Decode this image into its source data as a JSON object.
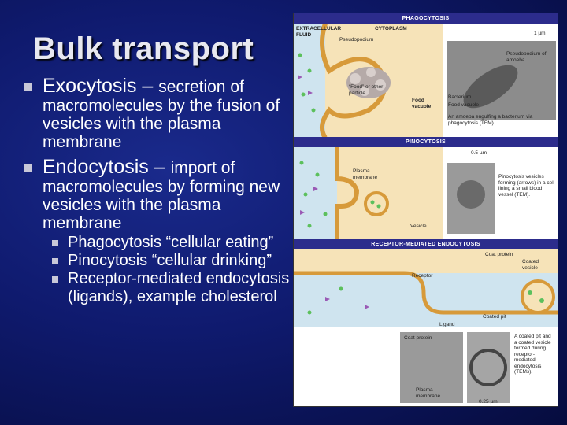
{
  "slide": {
    "title": "Bulk transport",
    "bullets": [
      {
        "lead": "Exocytosis – ",
        "rest": "secretion of",
        "cont": "macromolecules by the fusion of vesicles with the plasma membrane"
      },
      {
        "lead": "Endocytosis – ",
        "rest": "import of",
        "cont": "macromolecules by forming new vesicles with the plasma membrane",
        "subs": [
          "Phagocytosis “cellular eating”",
          "Pinocytosis “cellular drinking”",
          "Receptor-mediated endocytosis (ligands), example cholesterol"
        ]
      }
    ]
  },
  "figure": {
    "phago": {
      "header": "PHAGOCYTOSIS",
      "extracellular": "EXTRACELLULAR FLUID",
      "cytoplasm": "CYTOPLASM",
      "pseudopodium": "Pseudopodium",
      "food": "“Food” or other particle",
      "food_vacuole": "Food vacuole",
      "scale": "1 µm",
      "tem_pseudo": "Pseudopodium of amoeba",
      "tem_bacterium": "Bacterium",
      "tem_vacuole": "Food vacuole",
      "caption": "An amoeba engulfing a bacterium via phagocytosis (TEM)."
    },
    "pino": {
      "header": "PINOCYTOSIS",
      "plasma": "Plasma membrane",
      "vesicle": "Vesicle",
      "scale": "0.5 µm",
      "caption": "Pinocytosis vesicles forming (arrows) in a cell lining a small blood vessel (TEM)."
    },
    "receptor": {
      "header": "RECEPTOR-MEDIATED ENDOCYTOSIS",
      "receptor": "Receptor",
      "coat_protein": "Coat protein",
      "coated_vesicle": "Coated vesicle",
      "coated_pit": "Coated pit",
      "ligand": "Ligand",
      "tem_coat": "Coat protein",
      "tem_plasma": "Plasma membrane",
      "caption": "A coated pit and a coated vesicle formed during receptor-mediated endocytosis (TEMs).",
      "scale": "0.25 µm"
    }
  }
}
